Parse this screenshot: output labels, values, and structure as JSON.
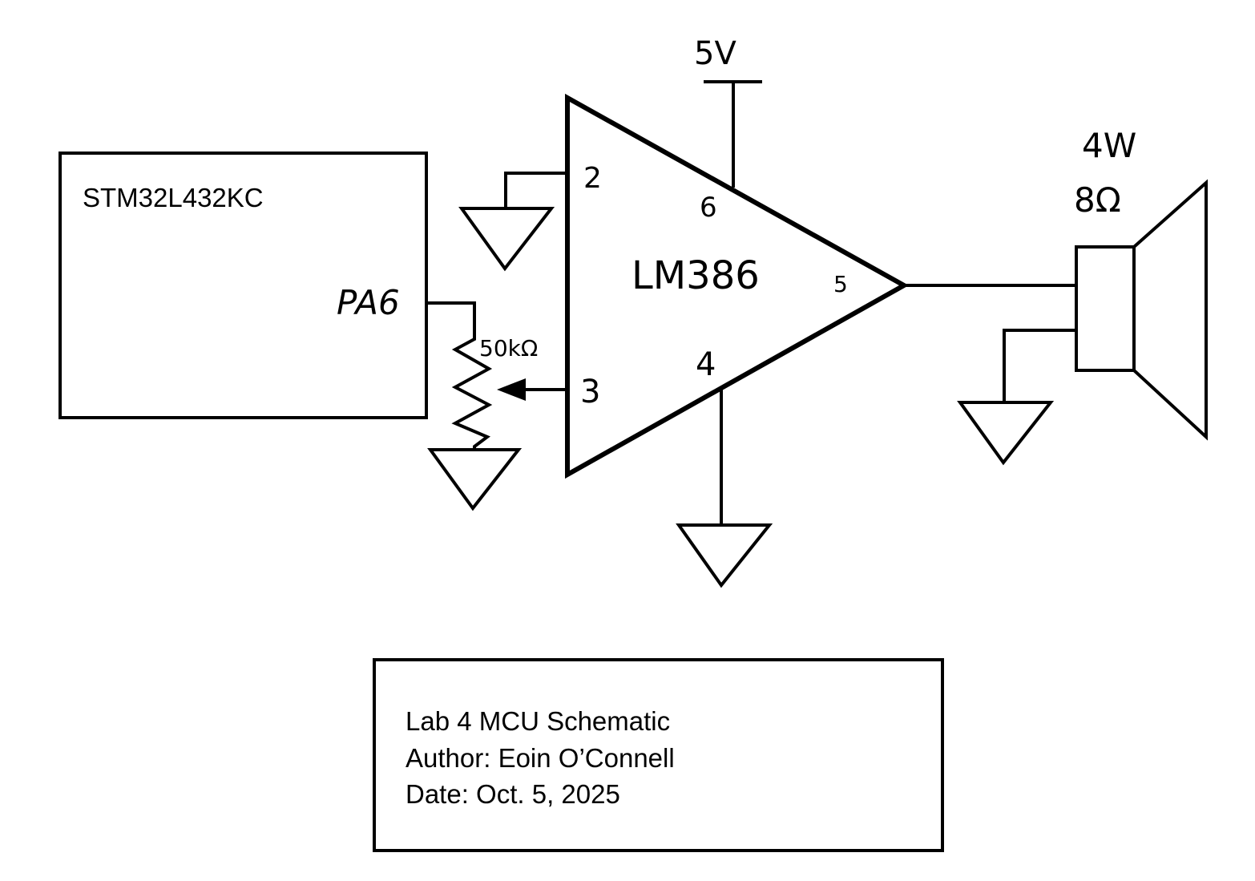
{
  "schematic": {
    "mcu": {
      "name": "STM32L432KC",
      "pin_label": "PA6"
    },
    "potentiometer": {
      "value": "50kΩ"
    },
    "amplifier": {
      "name": "LM386",
      "pins": {
        "in_neg": "2",
        "in_pos": "3",
        "vs": "6",
        "gnd": "4",
        "out": "5"
      }
    },
    "supply": {
      "label": "5V"
    },
    "speaker": {
      "power": "4W",
      "impedance": "8Ω"
    }
  },
  "title_block": {
    "title": "Lab 4 MCU Schematic",
    "author": "Author: Eoin O’Connell",
    "date": "Date: Oct. 5, 2025"
  }
}
